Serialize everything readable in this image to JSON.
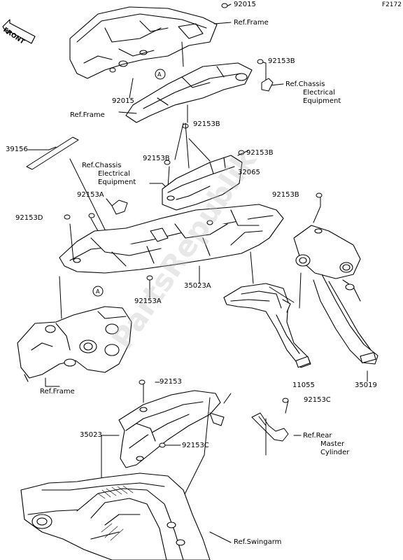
{
  "figure_code": "F2172",
  "watermark": "PartsRepublik",
  "front_label": "FRONT",
  "callouts": {
    "a1": "A",
    "a2": "A"
  },
  "labels": {
    "l92015_top": "92015",
    "l_ref_frame_top": "Ref.Frame",
    "l92153B_1": "92153B",
    "l_ref_chassis_right_1": "Ref.Chassis",
    "l_ref_chassis_right_2": "Electrical",
    "l_ref_chassis_right_3": "Equipment",
    "l92015_left": "92015",
    "l_ref_frame_mid": "Ref.Frame",
    "l92153B_2": "92153B",
    "l39156": "39156",
    "l92153B_3": "92153B",
    "l92153B_4": "92153B",
    "l32065": "32065",
    "l_ref_chassis_left_1": "Ref.Chassis",
    "l_ref_chassis_left_2": "Electrical",
    "l_ref_chassis_left_3": "Equipment",
    "l92153A_1": "92153A",
    "l92153B_5": "92153B",
    "l92153D": "92153D",
    "l35023A": "35023A",
    "l92153A_2": "92153A",
    "l_ref_frame_bottom": "Ref.Frame",
    "l11055": "11055",
    "l35019": "35019",
    "l92153": "92153",
    "l92153C_1": "92153C",
    "l35023": "35023",
    "l92153C_2": "92153C",
    "l_ref_rear_1": "Ref.Rear",
    "l_ref_rear_2": "Master",
    "l_ref_rear_3": "Cylinder",
    "l_ref_swingarm": "Ref.Swingarm"
  }
}
